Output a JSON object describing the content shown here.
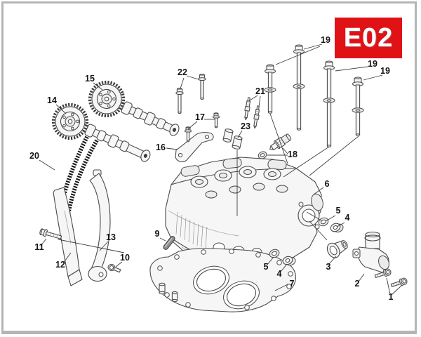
{
  "badge": {
    "label": "E02",
    "bg_color": "#e01216",
    "fg_color": "#ffffff"
  },
  "drawing": {
    "line_color": "#4a4a4a",
    "chain_color": "#1b1b1b",
    "frame_color": "#b5b5b5"
  },
  "callouts": {
    "c1": "1",
    "c2": "2",
    "c3": "3",
    "c4_left": "4",
    "c4_right": "4",
    "c5_left": "5",
    "c5_right": "5",
    "c6": "6",
    "c7": "7",
    "c9": "9",
    "c10": "10",
    "c11": "11",
    "c12": "12",
    "c13": "13",
    "c14": "14",
    "c15": "15",
    "c16": "16",
    "c17": "17",
    "c18": "18",
    "c19_a": "19",
    "c19_b": "19",
    "c19_c": "19",
    "c20": "20",
    "c21": "21",
    "c22": "22",
    "c23": "23"
  }
}
